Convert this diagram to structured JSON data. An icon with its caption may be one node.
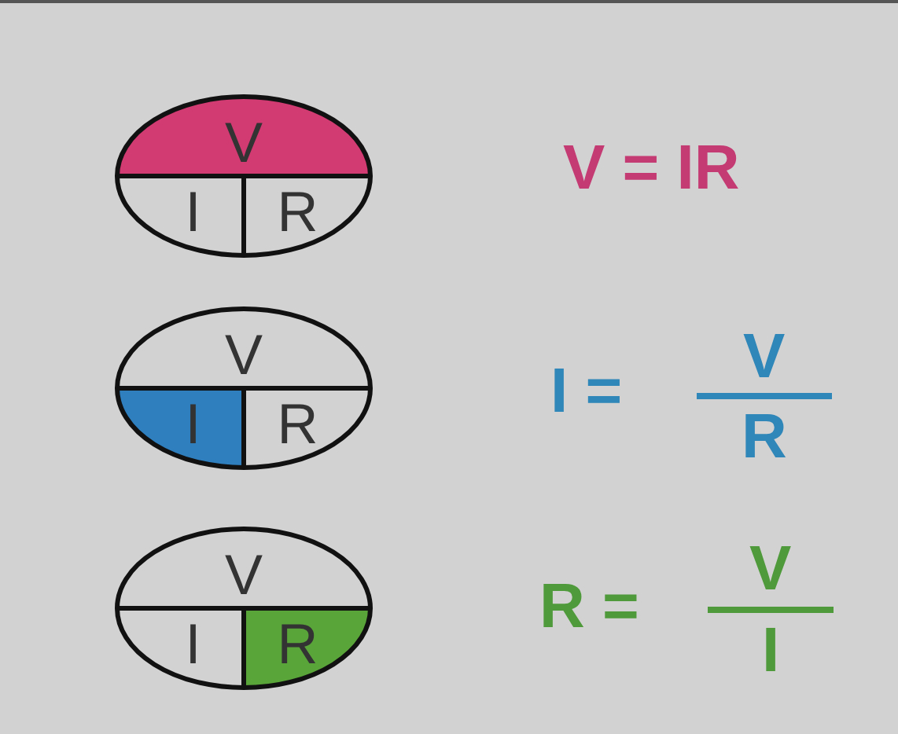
{
  "diagram": {
    "nodes": [
      {
        "text": [],
        "shape": "circle"
      },
      {
        "text": [
          "V"
        ],
        "in": 0
      },
      {
        "text": [
          "I"
        ],
        "in": 0
      },
      {
        "text": [
          "R"
        ],
        "in": 0
      },
      {
        "text": [],
        "shape": "circle"
      },
      {
        "text": [
          "V"
        ],
        "in": 4
      },
      {
        "text": [
          "I"
        ],
        "in": 4
      },
      {
        "text": [
          "R"
        ],
        "in": 4
      },
      {
        "text": [],
        "shape": "circle"
      },
      {
        "text": [
          "V"
        ],
        "in": 8
      },
      {
        "text": [
          "I"
        ],
        "in": 8
      },
      {
        "text": [
          "R"
        ],
        "in": 8
      }
    ],
    "labels": [
      "V = IR",
      "I =",
      "V",
      "R",
      "R =",
      "V",
      "I"
    ]
  }
}
